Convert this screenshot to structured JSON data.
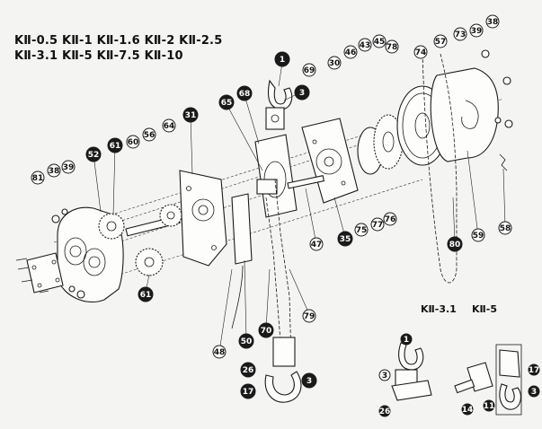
{
  "header": {
    "models_line1": "KⅡ-0.5  KⅡ-1  KⅡ-1.6  KⅡ-2  KⅡ-2.5",
    "models_line2": "KⅡ-3.1  KⅡ-5  KⅡ-7.5  KⅡ-10"
  },
  "inset": {
    "label_a": "KⅡ-3.1",
    "label_b": "KⅡ-5"
  },
  "colors": {
    "filled_callout": "#1a1a1a",
    "open_callout": "#ffffff",
    "line": "#1a1a1a"
  },
  "callouts": [
    {
      "id": "1",
      "filled": true
    },
    {
      "id": "3",
      "filled": true
    },
    {
      "id": "31",
      "filled": true
    },
    {
      "id": "52",
      "filled": true
    },
    {
      "id": "61",
      "filled": true
    },
    {
      "id": "61",
      "filled": true
    },
    {
      "id": "68",
      "filled": true
    },
    {
      "id": "65",
      "filled": true
    },
    {
      "id": "70",
      "filled": true
    },
    {
      "id": "50",
      "filled": true
    },
    {
      "id": "26",
      "filled": true
    },
    {
      "id": "17",
      "filled": true
    },
    {
      "id": "3",
      "filled": true
    },
    {
      "id": "35",
      "filled": true
    },
    {
      "id": "80",
      "filled": true
    },
    {
      "id": "81",
      "filled": false
    },
    {
      "id": "38",
      "filled": false
    },
    {
      "id": "39",
      "filled": false
    },
    {
      "id": "60",
      "filled": false
    },
    {
      "id": "56",
      "filled": false
    },
    {
      "id": "64",
      "filled": false
    },
    {
      "id": "69",
      "filled": false
    },
    {
      "id": "30",
      "filled": false
    },
    {
      "id": "46",
      "filled": false
    },
    {
      "id": "43",
      "filled": false
    },
    {
      "id": "45",
      "filled": false
    },
    {
      "id": "78",
      "filled": false
    },
    {
      "id": "74",
      "filled": false
    },
    {
      "id": "57",
      "filled": false
    },
    {
      "id": "73",
      "filled": false
    },
    {
      "id": "39",
      "filled": false
    },
    {
      "id": "38",
      "filled": false
    },
    {
      "id": "47",
      "filled": false
    },
    {
      "id": "75",
      "filled": false
    },
    {
      "id": "77",
      "filled": false
    },
    {
      "id": "76",
      "filled": false
    },
    {
      "id": "59",
      "filled": false
    },
    {
      "id": "58",
      "filled": false
    },
    {
      "id": "48",
      "filled": false
    },
    {
      "id": "79",
      "filled": false
    },
    {
      "id": "1",
      "filled": true
    },
    {
      "id": "3",
      "filled": false
    },
    {
      "id": "26",
      "filled": true
    },
    {
      "id": "14",
      "filled": true
    },
    {
      "id": "11",
      "filled": true
    },
    {
      "id": "17",
      "filled": true
    },
    {
      "id": "3",
      "filled": true
    }
  ]
}
